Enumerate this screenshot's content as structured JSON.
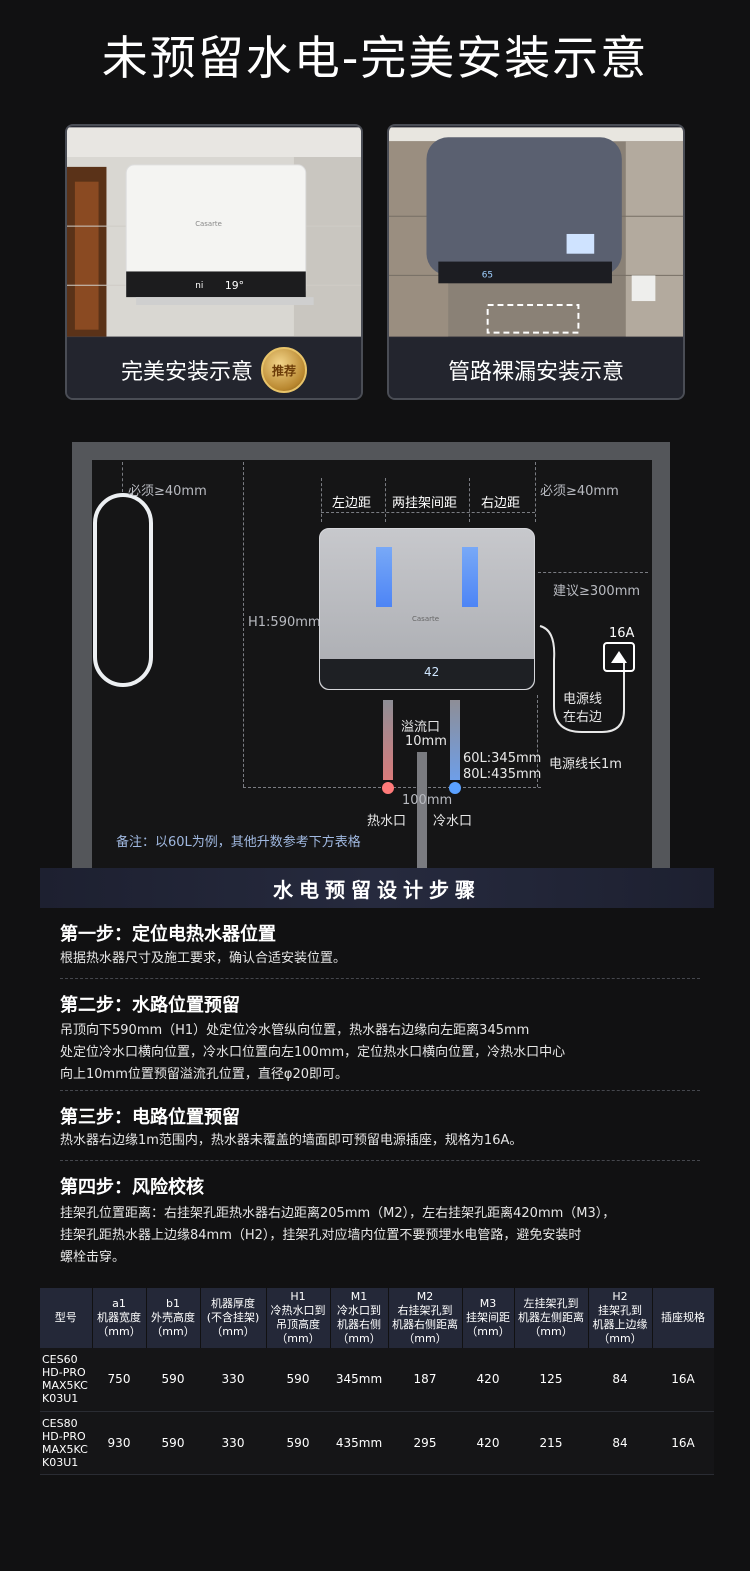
{
  "title": "未预留水电-完美安装示意",
  "cards": [
    {
      "caption": "完美安装示意",
      "badge": "推荐"
    },
    {
      "caption": "管路裸漏安装示意"
    }
  ],
  "photo_text": {
    "brand": "Casarte",
    "display_left": "ni",
    "display_right": "19°",
    "display_2": "65"
  },
  "diagram": {
    "must_left": "必须≥40mm",
    "must_right": "必须≥40mm",
    "left_margin": "左边距",
    "hanger_gap": "两挂架间距",
    "right_margin": "右边距",
    "suggest": "建议≥300mm",
    "h1": "H1:590mm",
    "socket": "16A",
    "cable_side_1": "电源线",
    "cable_side_2": "在右边",
    "cable_length": "电源线长1m",
    "overflow_1": "溢流口",
    "overflow_2": "10mm",
    "size_60": "60L:345mm",
    "size_80": "80L:435mm",
    "gap_100": "100mm",
    "hot": "热水口",
    "cold": "冷水口",
    "note": "备注：以60L为例，其他升数参考下方表格",
    "heater_brand": "Casarte",
    "heater_display": "42"
  },
  "section_title": "水电预留设计步骤",
  "steps": [
    {
      "title": "第一步：定位电热水器位置",
      "lines": [
        "根据热水器尺寸及施工要求，确认合适安装位置。"
      ]
    },
    {
      "title": "第二步：水路位置预留",
      "lines": [
        "吊顶向下590mm（H1）处定位冷水管纵向位置，热水器右边缘向左距离345mm",
        "处定位冷水口横向位置，冷水口位置向左100mm，定位热水口横向位置，冷热水口中心",
        "向上10mm位置预留溢流孔位置，直径φ20即可。"
      ]
    },
    {
      "title": "第三步：电路位置预留",
      "lines": [
        " 热水器右边缘1m范围内，热水器未覆盖的墙面即可预留电源插座，规格为16A。"
      ]
    },
    {
      "title": "第四步：风险校核",
      "lines": [
        "挂架孔位置距离：右挂架孔距热水器右边距离205mm（M2），左右挂架孔距离420mm（M3），",
        "挂架孔距热水器上边缘84mm（H2），挂架孔对应墙内位置不要预埋水电管路，避免安装时",
        "螺栓击穿。"
      ]
    }
  ],
  "table": {
    "headers": [
      "型号",
      "a1\n机器宽度\n（mm）",
      "b1\n外壳高度\n（mm）",
      "机器厚度\n(不含挂架)\n（mm）",
      "H1\n冷热水口到\n吊顶高度\n（mm）",
      "M1\n冷水口到\n机器右侧\n（mm）",
      "M2\n右挂架孔到\n机器右侧距离\n（mm）",
      "M3\n挂架间距\n（mm）",
      "左挂架孔到\n机器左侧距离\n（mm）",
      "H2\n挂架孔到\n机器上边缘\n（mm）",
      "插座规格"
    ],
    "rows": [
      [
        "CES60\nHD-PRO\nMAX5KC\nK03U1",
        "750",
        "590",
        "330",
        "590",
        "345mm",
        "187",
        "420",
        "125",
        "84",
        "16A"
      ],
      [
        "CES80\nHD-PRO\nMAX5KC\nK03U1",
        "930",
        "590",
        "330",
        "590",
        "435mm",
        "295",
        "420",
        "215",
        "84",
        "16A"
      ]
    ]
  }
}
